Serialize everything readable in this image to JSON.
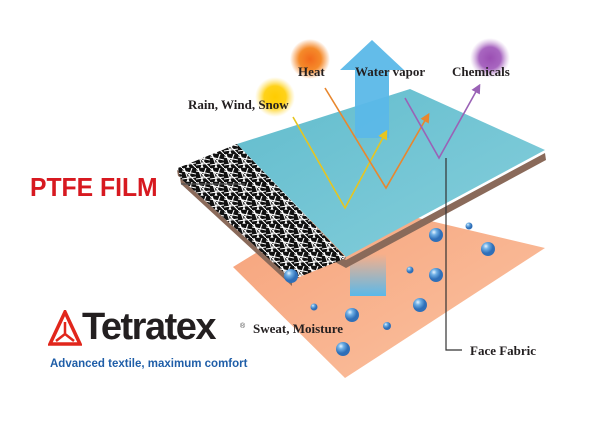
{
  "diagram": {
    "title_label": "PTFE FILM",
    "labels": {
      "heat": "Heat",
      "water_vapor": "Water vapor",
      "chemicals": "Chemicals",
      "rain_wind_snow": "Rain, Wind, Snow",
      "sweat_moisture": "Sweat, Moisture",
      "face_fabric": "Face Fabric"
    },
    "layers": [
      {
        "name": "Face Fabric (top)",
        "color": "#6fc2d4"
      },
      {
        "name": "PTFE Film",
        "color": "#000000"
      },
      {
        "name": "Inner layer",
        "color": "#f4a582"
      }
    ],
    "colors": {
      "heat": "#f58220",
      "rain": "#ffd200",
      "chemicals": "#a05ab4",
      "vapor_arrow": "#5bb8e8",
      "ptfe_label": "#d71920"
    }
  },
  "brand": {
    "name": "Tetratex",
    "registered": "®",
    "tagline": "Advanced textile, maximum comfort",
    "colors": {
      "logo": "#e1261c",
      "text": "#231f20",
      "tagline": "#1f5ea8"
    }
  }
}
